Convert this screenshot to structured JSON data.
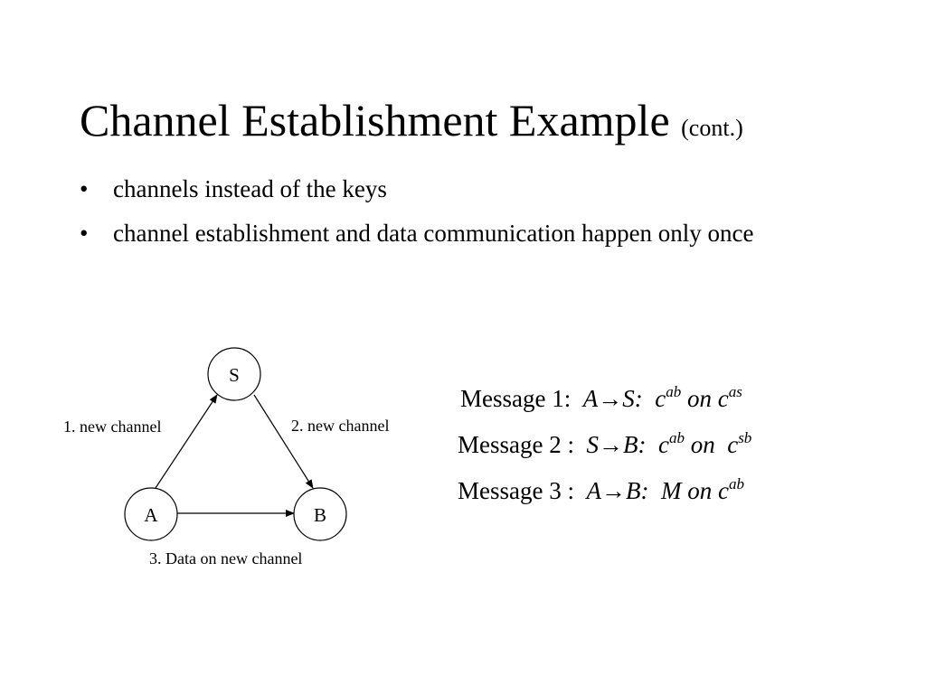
{
  "slide": {
    "title": "Channel Establishment Example",
    "title_suffix": "(cont.)",
    "bullet_symbol": "•",
    "bullets": [
      "channels instead of the keys",
      "channel establishment and data communication happen only once"
    ]
  },
  "diagram": {
    "nodes": {
      "s": "S",
      "a": "A",
      "b": "B"
    },
    "edges": {
      "a_to_s": "1. new channel",
      "s_to_b": "2. new channel",
      "a_to_b": "3. Data on new channel"
    }
  },
  "messages": [
    {
      "prefix": "Message 1:",
      "route": "A→S:",
      "part1": "c",
      "part1_sup": "ab",
      "connector": "on",
      "part2": "c",
      "part2_sup": "as"
    },
    {
      "prefix": "Message 2 :",
      "route": "S→B:",
      "part1": "c",
      "part1_sup": "ab",
      "connector": "on",
      "part2": "c",
      "part2_sup": "sb"
    },
    {
      "prefix": "Message 3 :",
      "route": "A→B:",
      "part1": "M",
      "connector": "on",
      "part2": "c",
      "part2_sup": "ab"
    }
  ]
}
